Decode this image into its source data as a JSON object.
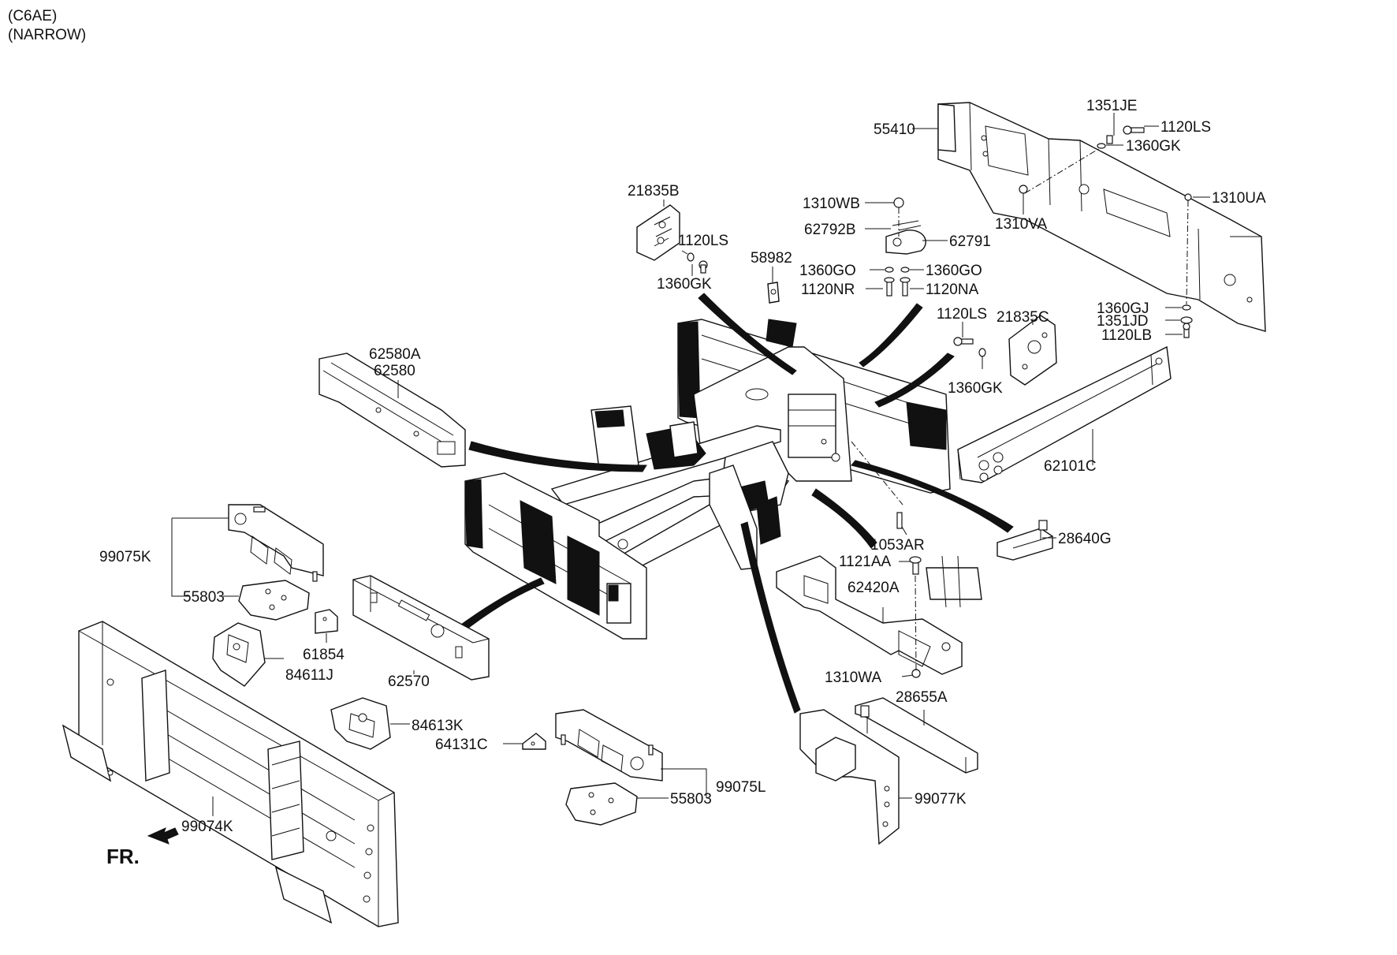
{
  "header": {
    "model_code": "(C6AE)",
    "variant": "(NARROW)"
  },
  "direction_marker": {
    "label": "FR.",
    "icon": "front-arrow-icon"
  },
  "colors": {
    "line": "#111111",
    "background": "#ffffff"
  },
  "callouts": {
    "c55410": "55410",
    "c1351JE": "1351JE",
    "c1120LS_a": "1120LS",
    "c1360GK_a": "1360GK",
    "c1310UA": "1310UA",
    "c1310VA": "1310VA",
    "c21835B": "21835B",
    "c1120LS_b": "1120LS",
    "c1360GK_b": "1360GK",
    "c1310WB": "1310WB",
    "c62792B": "62792B",
    "c62791": "62791",
    "c58982": "58982",
    "c1360GO_a": "1360GO",
    "c1360GO_b": "1360GO",
    "c1120NR": "1120NR",
    "c1120NA": "1120NA",
    "c1120LS_c": "1120LS",
    "c21835C": "21835C",
    "c1360GJ": "1360GJ",
    "c1351JD": "1351JD",
    "c1120LB": "1120LB",
    "c62580A": "62580A",
    "c62580": "62580",
    "c1360GK_c": "1360GK",
    "c62101C": "62101C",
    "c99075K": "99075K",
    "c55803_a": "55803",
    "c28640G": "28640G",
    "c1053AR": "1053AR",
    "c1121AA": "1121AA",
    "c62420A": "62420A",
    "c61854": "61854",
    "c84611J": "84611J",
    "c62570": "62570",
    "c1310WA": "1310WA",
    "c28655A": "28655A",
    "c84613K": "84613K",
    "c64131C": "64131C",
    "c99075L": "99075L",
    "c55803_b": "55803",
    "c99074K": "99074K",
    "c99077K": "99077K"
  }
}
